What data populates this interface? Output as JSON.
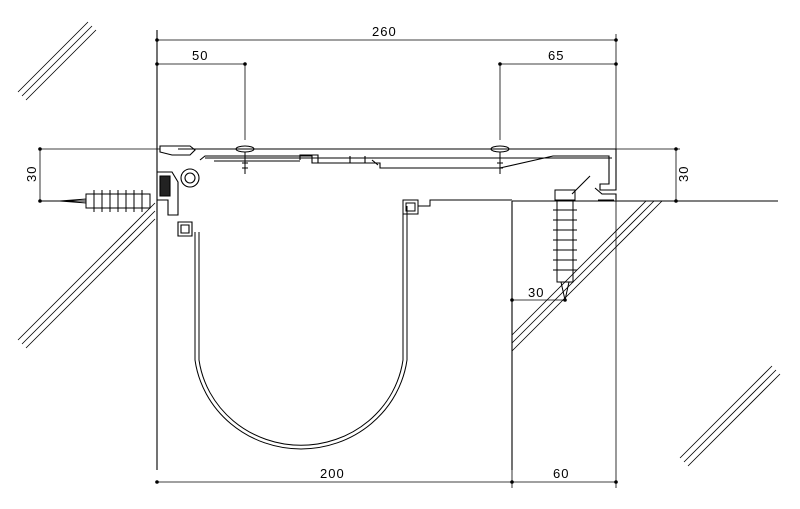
{
  "dimensions": {
    "overall_width": "260",
    "left_anchor_offset": "50",
    "right_anchor_offset": "65",
    "left_height": "30",
    "right_height": "30",
    "anchor_depth": "30",
    "gap_width": "200",
    "right_floor": "60"
  },
  "colors": {
    "line": "#000000",
    "background": "#ffffff"
  }
}
